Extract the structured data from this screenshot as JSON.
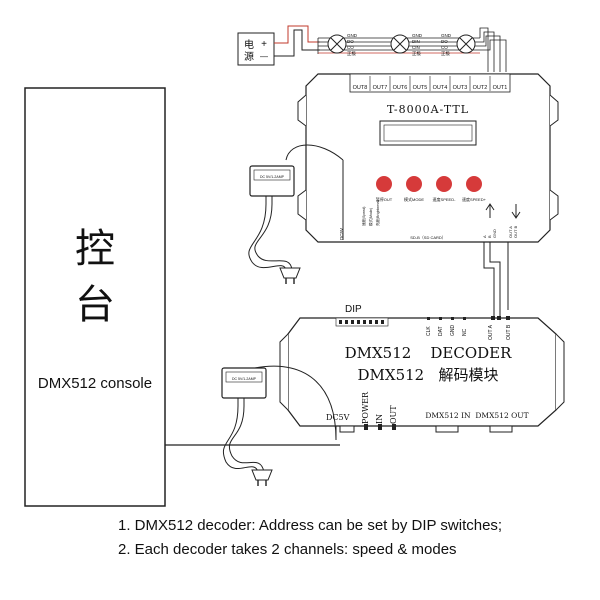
{
  "console": {
    "glyph_1": "控",
    "glyph_2": "台",
    "label": "DMX512 console"
  },
  "power_source": {
    "label_1": "电",
    "label_2": "源",
    "plus": "+",
    "minus": "—"
  },
  "led_pixels": {
    "left_labels": [
      "GND",
      "DO",
      "CO",
      "正极"
    ],
    "mid_labels": [
      "GND",
      "DIN",
      "CIN",
      "正极"
    ],
    "right_labels": [
      "GND",
      "DO",
      "CO",
      "正极"
    ]
  },
  "controller": {
    "model": "T-8000A-TTL",
    "outputs": [
      "OUT8",
      "OUT7",
      "OUT6",
      "OUT5",
      "OUT4",
      "OUT3",
      "OUT2",
      "OUT1"
    ],
    "buttons": [
      "暂停OUT",
      "模式MODE",
      "速度SPEED-",
      "速度SPEED+"
    ],
    "bottom_left_label": "DC5V",
    "sd_label": "SD-B（SD CARD）",
    "side_small_labels": [
      "速度(Speed)",
      "模式(Mode)",
      "亮度(Brightness)"
    ],
    "right_port_labels": [
      "A",
      "B",
      "GND",
      "OUT A",
      "OUT B"
    ]
  },
  "decoder": {
    "dip_label": "DIP",
    "title_line1": "DMX512    DECODER",
    "title_line2": "DMX512   解码模块",
    "port_labels": [
      "CLK",
      "DAT",
      "GND",
      "NC",
      "OUT A",
      "OUT B"
    ],
    "bottom_labels": {
      "dc": "DC5V",
      "power": "POWER",
      "in": "IN",
      "out": "OUT",
      "dmx_in": "DMX512 IN",
      "dmx_out": "DMX512 OUT"
    }
  },
  "adapter": {
    "label": "DC 5V/1-2AMP"
  },
  "notes": [
    "1. DMX512 decoder: Address can be set by DIP switches;",
    "2. Each decoder takes 2 channels: speed & modes"
  ]
}
